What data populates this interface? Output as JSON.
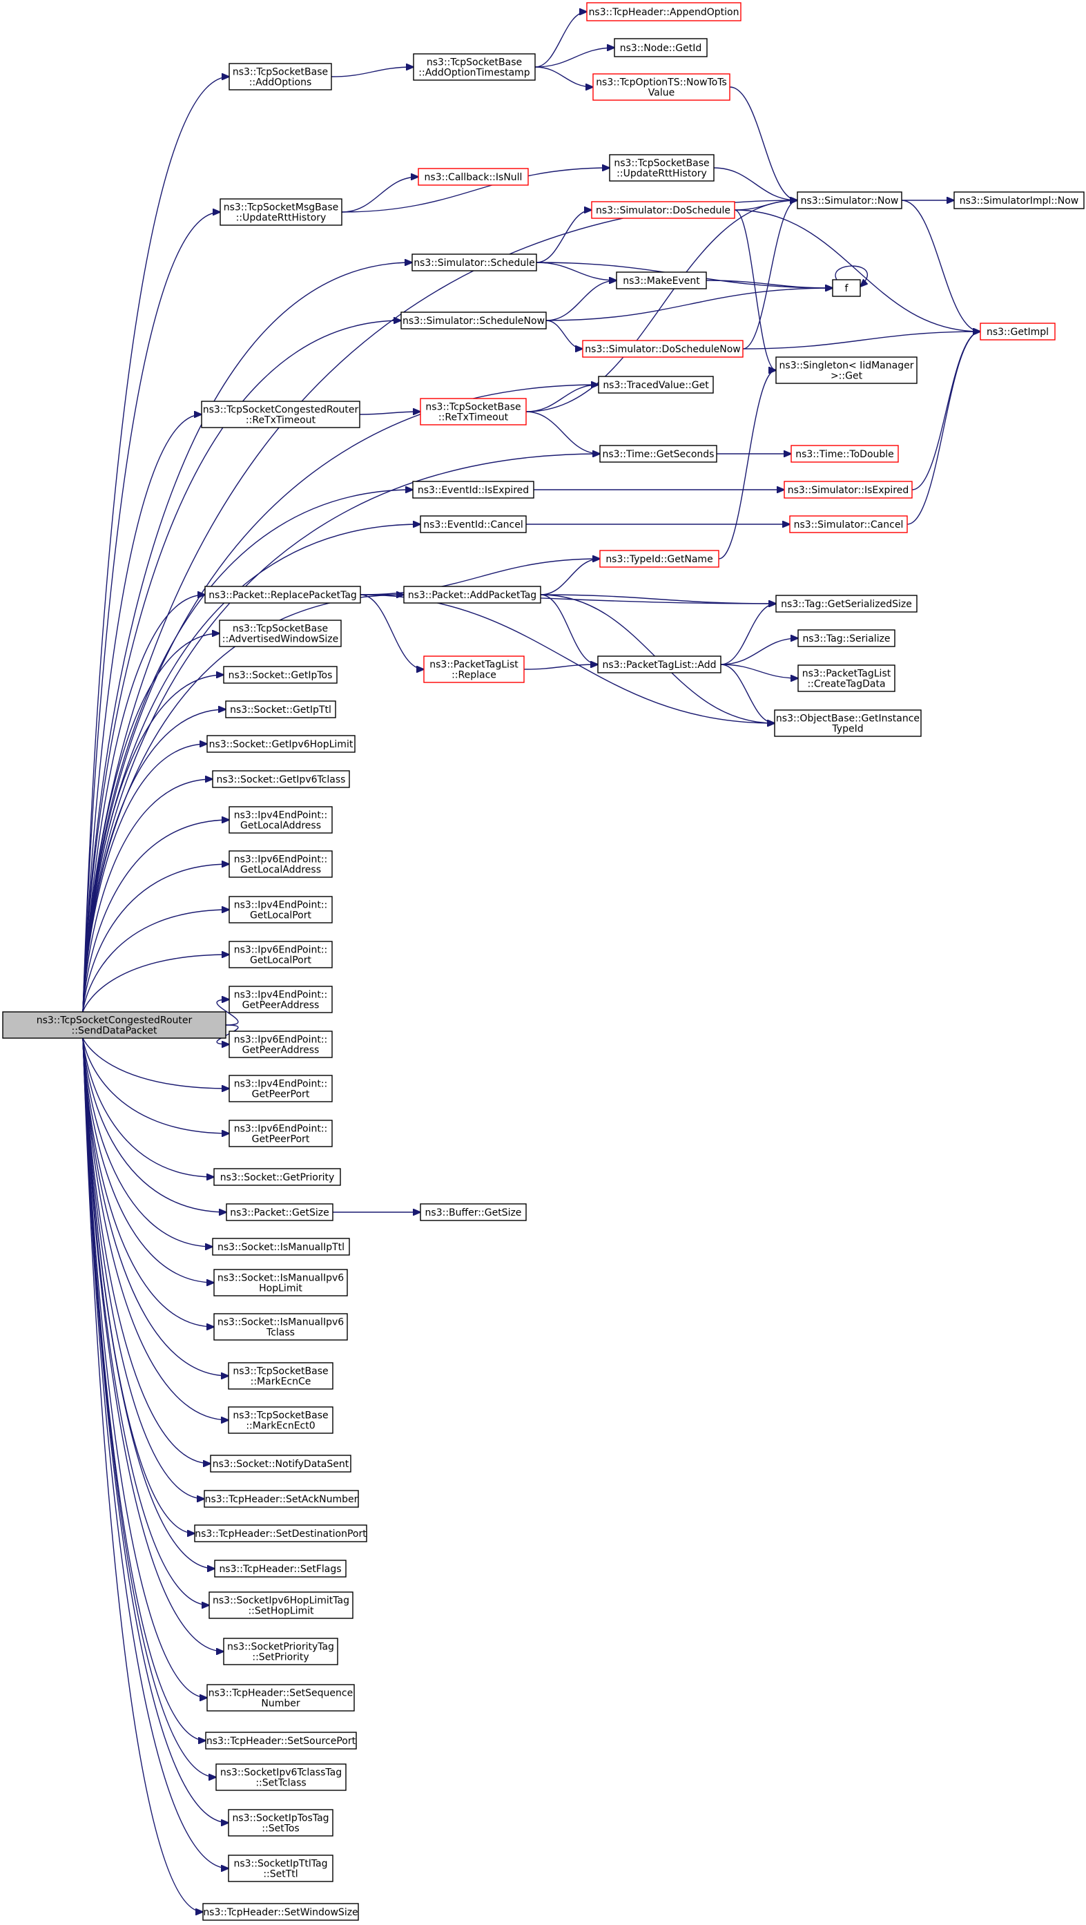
{
  "nodes": {
    "n_root": {
      "lines": [
        "ns3::TcpSocketCongestedRouter",
        "::SendDataPacket"
      ]
    },
    "n_addOptions": {
      "lines": [
        "ns3::TcpSocketBase",
        "::AddOptions"
      ]
    },
    "n_addOptTs": {
      "lines": [
        "ns3::TcpSocketBase",
        "::AddOptionTimestamp"
      ]
    },
    "n_appendOpt": {
      "lines": [
        "ns3::TcpHeader::AppendOption"
      ]
    },
    "n_getId": {
      "lines": [
        "ns3::Node::GetId"
      ]
    },
    "n_nowToTs": {
      "lines": [
        "ns3::TcpOptionTS::NowToTs",
        "Value"
      ]
    },
    "n_msgUpdRtt": {
      "lines": [
        "ns3::TcpSocketMsgBase",
        "::UpdateRttHistory"
      ]
    },
    "n_cbIsNull": {
      "lines": [
        "ns3::Callback::IsNull"
      ]
    },
    "n_updRtt": {
      "lines": [
        "ns3::TcpSocketBase",
        "::UpdateRttHistory"
      ]
    },
    "n_simNow": {
      "lines": [
        "ns3::Simulator::Now"
      ]
    },
    "n_simImplNow": {
      "lines": [
        "ns3::SimulatorImpl::Now"
      ]
    },
    "n_doSchedule": {
      "lines": [
        "ns3::Simulator::DoSchedule"
      ]
    },
    "n_schedule": {
      "lines": [
        "ns3::Simulator::Schedule"
      ]
    },
    "n_makeEvent": {
      "lines": [
        "ns3::MakeEvent"
      ]
    },
    "n_f": {
      "lines": [
        "f"
      ]
    },
    "n_getImpl": {
      "lines": [
        "ns3::GetImpl"
      ]
    },
    "n_scheduleNow": {
      "lines": [
        "ns3::Simulator::ScheduleNow"
      ]
    },
    "n_doScheduleNow": {
      "lines": [
        "ns3::Simulator::DoScheduleNow"
      ]
    },
    "n_singletonGet": {
      "lines": [
        "ns3::Singleton< IidManager",
        " >::Get"
      ]
    },
    "n_congReTx": {
      "lines": [
        "ns3::TcpSocketCongestedRouter",
        "::ReTxTimeout"
      ]
    },
    "n_baseReTx": {
      "lines": [
        "ns3::TcpSocketBase",
        "::ReTxTimeout"
      ]
    },
    "n_tracedGet": {
      "lines": [
        "ns3::TracedValue::Get"
      ]
    },
    "n_getSeconds": {
      "lines": [
        "ns3::Time::GetSeconds"
      ]
    },
    "n_toDouble": {
      "lines": [
        "ns3::Time::ToDouble"
      ]
    },
    "n_evIsExpired": {
      "lines": [
        "ns3::EventId::IsExpired"
      ]
    },
    "n_simIsExpired": {
      "lines": [
        "ns3::Simulator::IsExpired"
      ]
    },
    "n_evCancel": {
      "lines": [
        "ns3::EventId::Cancel"
      ]
    },
    "n_simCancel": {
      "lines": [
        "ns3::Simulator::Cancel"
      ]
    },
    "n_typeGetName": {
      "lines": [
        "ns3::TypeId::GetName"
      ]
    },
    "n_replaceTag": {
      "lines": [
        "ns3::Packet::ReplacePacketTag"
      ]
    },
    "n_addPacketTag": {
      "lines": [
        "ns3::Packet::AddPacketTag"
      ]
    },
    "n_tagGetSer": {
      "lines": [
        "ns3::Tag::GetSerializedSize"
      ]
    },
    "n_advWin": {
      "lines": [
        "ns3::TcpSocketBase",
        "::AdvertisedWindowSize"
      ]
    },
    "n_ptlReplace": {
      "lines": [
        "ns3::PacketTagList",
        "::Replace"
      ]
    },
    "n_ptlAdd": {
      "lines": [
        "ns3::PacketTagList::Add"
      ]
    },
    "n_tagSerialize": {
      "lines": [
        "ns3::Tag::Serialize"
      ]
    },
    "n_ptlCreate": {
      "lines": [
        "ns3::PacketTagList",
        "::CreateTagData"
      ]
    },
    "n_objGetInst": {
      "lines": [
        "ns3::ObjectBase::GetInstance",
        "TypeId"
      ]
    },
    "n_getIpTos": {
      "lines": [
        "ns3::Socket::GetIpTos"
      ]
    },
    "n_getIpTtl": {
      "lines": [
        "ns3::Socket::GetIpTtl"
      ]
    },
    "n_getIpv6Hop": {
      "lines": [
        "ns3::Socket::GetIpv6HopLimit"
      ]
    },
    "n_getIpv6Tc": {
      "lines": [
        "ns3::Socket::GetIpv6Tclass"
      ]
    },
    "n_ip4LocalAddr": {
      "lines": [
        "ns3::Ipv4EndPoint::",
        "GetLocalAddress"
      ]
    },
    "n_ip6LocalAddr": {
      "lines": [
        "ns3::Ipv6EndPoint::",
        "GetLocalAddress"
      ]
    },
    "n_ip4LocalPort": {
      "lines": [
        "ns3::Ipv4EndPoint::",
        "GetLocalPort"
      ]
    },
    "n_ip6LocalPort": {
      "lines": [
        "ns3::Ipv6EndPoint::",
        "GetLocalPort"
      ]
    },
    "n_ip4PeerAddr": {
      "lines": [
        "ns3::Ipv4EndPoint::",
        "GetPeerAddress"
      ]
    },
    "n_ip6PeerAddr": {
      "lines": [
        "ns3::Ipv6EndPoint::",
        "GetPeerAddress"
      ]
    },
    "n_ip4PeerPort": {
      "lines": [
        "ns3::Ipv4EndPoint::",
        "GetPeerPort"
      ]
    },
    "n_ip6PeerPort": {
      "lines": [
        "ns3::Ipv6EndPoint::",
        "GetPeerPort"
      ]
    },
    "n_getPriority": {
      "lines": [
        "ns3::Socket::GetPriority"
      ]
    },
    "n_pktGetSize": {
      "lines": [
        "ns3::Packet::GetSize"
      ]
    },
    "n_bufGetSize": {
      "lines": [
        "ns3::Buffer::GetSize"
      ]
    },
    "n_isManIpTtl": {
      "lines": [
        "ns3::Socket::IsManualIpTtl"
      ]
    },
    "n_isManIpv6Hop": {
      "lines": [
        "ns3::Socket::IsManualIpv6",
        "HopLimit"
      ]
    },
    "n_isManIpv6Tc": {
      "lines": [
        "ns3::Socket::IsManualIpv6",
        "Tclass"
      ]
    },
    "n_markEcnCe": {
      "lines": [
        "ns3::TcpSocketBase",
        "::MarkEcnCe"
      ]
    },
    "n_markEcnEct0": {
      "lines": [
        "ns3::TcpSocketBase",
        "::MarkEcnEct0"
      ]
    },
    "n_notifyDataSent": {
      "lines": [
        "ns3::Socket::NotifyDataSent"
      ]
    },
    "n_setAck": {
      "lines": [
        "ns3::TcpHeader::SetAckNumber"
      ]
    },
    "n_setDstPort": {
      "lines": [
        "ns3::TcpHeader::SetDestinationPort"
      ]
    },
    "n_setFlags": {
      "lines": [
        "ns3::TcpHeader::SetFlags"
      ]
    },
    "n_setHopLimit": {
      "lines": [
        "ns3::SocketIpv6HopLimitTag",
        "::SetHopLimit"
      ]
    },
    "n_setPriority": {
      "lines": [
        "ns3::SocketPriorityTag",
        "::SetPriority"
      ]
    },
    "n_setSeq": {
      "lines": [
        "ns3::TcpHeader::SetSequence",
        "Number"
      ]
    },
    "n_setSrcPort": {
      "lines": [
        "ns3::TcpHeader::SetSourcePort"
      ]
    },
    "n_setTclass": {
      "lines": [
        "ns3::SocketIpv6TclassTag",
        "::SetTclass"
      ]
    },
    "n_setTos": {
      "lines": [
        "ns3::SocketIpTosTag",
        "::SetTos"
      ]
    },
    "n_setTtl": {
      "lines": [
        "ns3::SocketIpTtlTag",
        "::SetTtl"
      ]
    },
    "n_setWin": {
      "lines": [
        "ns3::TcpHeader::SetWindowSize"
      ]
    }
  },
  "colors": {
    "edge": "#191970",
    "border": "#000000",
    "incomplete_border": "#ff0000",
    "root_fill": "#bfbfbf"
  }
}
